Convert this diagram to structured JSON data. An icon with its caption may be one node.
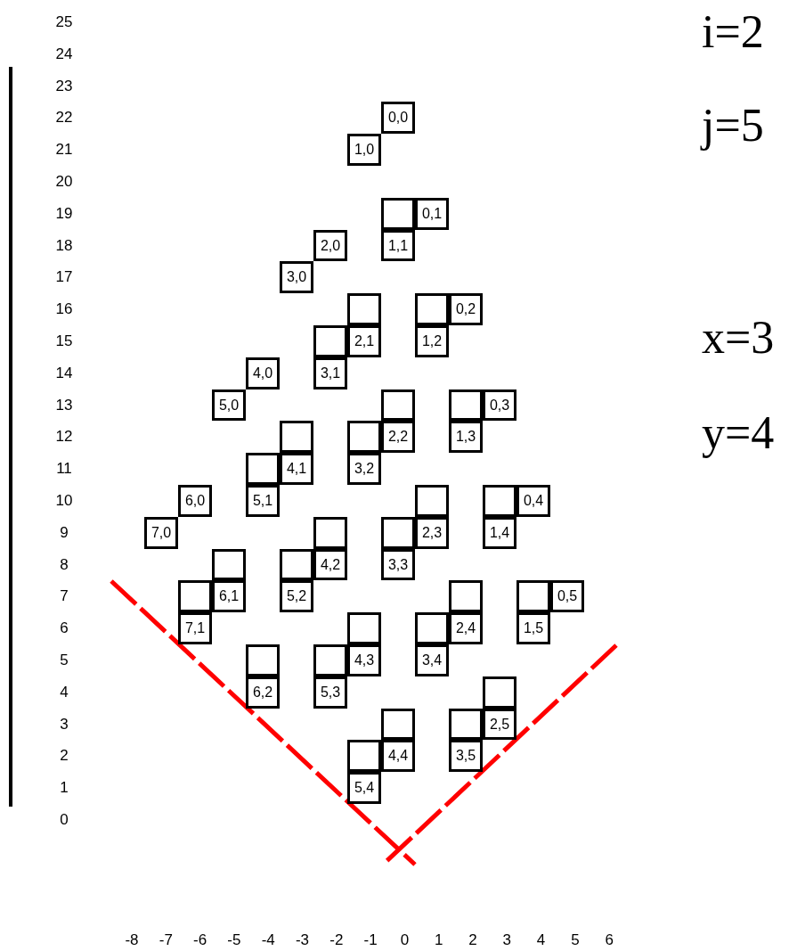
{
  "diagram": {
    "nodes": [
      {
        "text": [
          "0,0"
        ]
      },
      {
        "text": [
          "1,0"
        ]
      },
      {
        "text": [],
        "shape": "box"
      },
      {
        "text": [
          "0,1"
        ]
      },
      {
        "text": [
          "2,0"
        ]
      },
      {
        "text": [
          "1,1"
        ]
      },
      {
        "text": [
          "3,0"
        ]
      },
      {
        "text": [],
        "shape": "box"
      },
      {
        "text": [],
        "shape": "box"
      },
      {
        "text": [
          "0,2"
        ]
      },
      {
        "text": [],
        "shape": "box"
      },
      {
        "text": [
          "2,1"
        ]
      },
      {
        "text": [
          "1,2"
        ]
      },
      {
        "text": [
          "4,0"
        ]
      },
      {
        "text": [
          "3,1"
        ]
      },
      {
        "text": [
          "5,0"
        ]
      },
      {
        "text": [],
        "shape": "box"
      },
      {
        "text": [],
        "shape": "box"
      },
      {
        "text": [
          "0,3"
        ]
      },
      {
        "text": [],
        "shape": "box"
      },
      {
        "text": [],
        "shape": "box"
      },
      {
        "text": [
          "2,2"
        ]
      },
      {
        "text": [
          "1,3"
        ]
      },
      {
        "text": [],
        "shape": "box"
      },
      {
        "text": [
          "4,1"
        ]
      },
      {
        "text": [
          "3,2"
        ]
      },
      {
        "text": [
          "6,0"
        ]
      },
      {
        "text": [
          "5,1"
        ]
      },
      {
        "text": [],
        "shape": "box"
      },
      {
        "text": [],
        "shape": "box"
      },
      {
        "text": [
          "0,4"
        ]
      },
      {
        "text": [
          "7,0"
        ]
      },
      {
        "text": [],
        "shape": "box"
      },
      {
        "text": [],
        "shape": "box"
      },
      {
        "text": [
          "2,3"
        ]
      },
      {
        "text": [
          "1,4"
        ]
      },
      {
        "text": [],
        "shape": "box"
      },
      {
        "text": [],
        "shape": "box"
      },
      {
        "text": [
          "4,2"
        ]
      },
      {
        "text": [
          "3,3"
        ]
      },
      {
        "text": [],
        "shape": "box"
      },
      {
        "text": [
          "6,1"
        ]
      },
      {
        "text": [
          "5,2"
        ]
      },
      {
        "text": [],
        "shape": "box"
      },
      {
        "text": [],
        "shape": "box"
      },
      {
        "text": [
          "0,5"
        ]
      },
      {
        "text": [
          "7,1"
        ]
      },
      {
        "text": [],
        "shape": "box"
      },
      {
        "text": [],
        "shape": "box"
      },
      {
        "text": [
          "2,4"
        ]
      },
      {
        "text": [
          "1,5"
        ]
      },
      {
        "text": [],
        "shape": "box"
      },
      {
        "text": [],
        "shape": "box"
      },
      {
        "text": [
          "4,3"
        ]
      },
      {
        "text": [
          "3,4"
        ]
      },
      {
        "text": [
          "6,2"
        ]
      },
      {
        "text": [
          "5,3"
        ]
      },
      {
        "text": [],
        "shape": "box"
      },
      {
        "text": [],
        "shape": "box"
      },
      {
        "text": [],
        "shape": "box"
      },
      {
        "text": [
          "2,5"
        ]
      },
      {
        "text": [],
        "shape": "box"
      },
      {
        "text": [
          "4,4"
        ]
      },
      {
        "text": [
          "3,5"
        ]
      },
      {
        "text": [
          "5,4"
        ]
      }
    ],
    "labels": [
      "25",
      "24",
      "23",
      "22",
      "21",
      "20",
      "19",
      "18",
      "17",
      "16",
      "15",
      "14",
      "13",
      "12",
      "11",
      "10",
      "9",
      "8",
      "7",
      "6",
      "5",
      "4",
      "3",
      "2",
      "1",
      "0",
      "i=2",
      "j=5",
      "x=3",
      "y=4",
      "-8",
      "-7",
      "-6",
      "-5",
      "-4",
      "-3",
      "-2",
      "-1",
      "0",
      "1",
      "2",
      "3",
      "4",
      "5",
      "6"
    ]
  }
}
